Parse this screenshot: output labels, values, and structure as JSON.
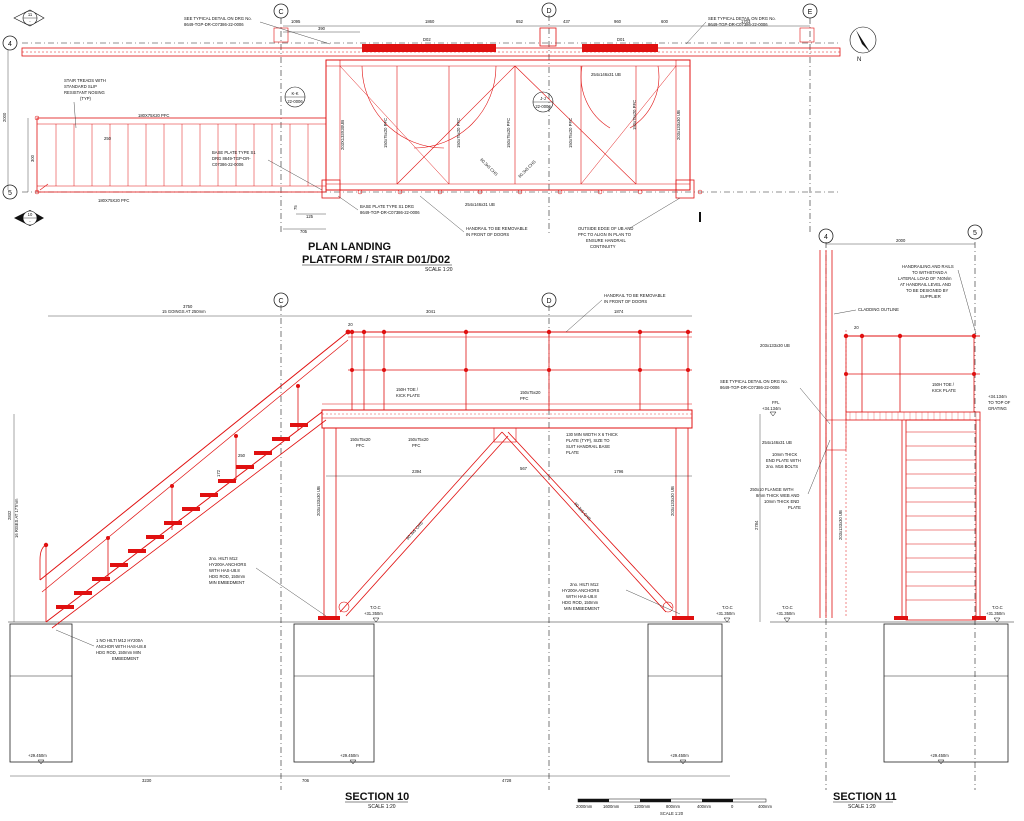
{
  "grids": {
    "c": "C",
    "d": "D",
    "e": "E",
    "g4": "4",
    "g5": "5",
    "s10": "10",
    "s11": "11",
    "sheet": "-",
    "kk": "K-K",
    "kk_ref": "22-0006",
    "jj": "J-J",
    "jj_ref": "22-0006"
  },
  "plan": {
    "title": "PLAN LANDING",
    "title2": "PLATFORM / STAIR D01/D02",
    "scale": "SCALE 1:20",
    "dims_top": [
      "1095",
      "390",
      "1860",
      "652",
      "437",
      "960",
      "600",
      "1703"
    ],
    "dim_side": "2000",
    "dim_300": "300",
    "dim_250": "250",
    "dim_125": "125",
    "dim_705": "705",
    "dim_75": "75",
    "door1": "D02",
    "door2": "D01",
    "notes": {
      "typical_left_1": "SEE TYPICAL DETAIL ON DRG No.",
      "typical_left_2": "8649-TGP-DR-C07386-22-0006",
      "typical_right_1": "SEE TYPICAL DETAIL ON DRG No.",
      "typical_right_2": "8649-TGP-DR-C07386-22-0006",
      "treads_1": "STAIR TREADS WITH",
      "treads_2": "STANDARD SLIP",
      "treads_3": "RESISTANT NOSING",
      "treads_4": "(TYP)",
      "pfc_top": "180X75X20 PFC",
      "pfc_bot": "180X75X20 PFC",
      "base_s1_1": "BASE PLATE TYPE S1",
      "base_s1_2": "DRG 8649-TGP-DR-",
      "base_s1_3": "C07386-22-0006",
      "base_s1b_1": "BASE PLATE TYPE S1 DRG",
      "base_s1b_2": "8649-TGP-DR-C07386-22-0006",
      "ub_bottom": "254x146x31 UB",
      "ub_top": "254x146x31 UB",
      "ub_203": "203X133X30UB",
      "ub_203b": "203x133x30 UB",
      "pfc150a": "150x75x20 PFC",
      "pfc150b": "150x75x20 PFC",
      "pfc150c": "150x75x20 PFC",
      "pfc150d": "150x75x20 PFC",
      "pfc150e": "150x75x20 PFC",
      "chs1": "60.3x5 CHS",
      "chs2": "60.3x5 CHS",
      "handrail_1": "HANDRAIL TO BE REMOVABLE",
      "handrail_2": "IN FRONT OF DOORS",
      "outside_1": "OUTSIDE EDGE OF UB AND",
      "outside_2": "PFC TO ALIGN IN PLAN TO",
      "outside_3": "ENSURE HANDRAIL",
      "outside_4": "CONTINUITY"
    },
    "north": "N"
  },
  "section10": {
    "title": "SECTION 10",
    "scale": "SCALE 1:20",
    "dim_3750": "3750",
    "dim_goings": "15 GOINGS AT 250mm",
    "dim_3041": "3041",
    "dim_1874": "1874",
    "dim_20": "20",
    "dim_2394": "2394",
    "dim_567": "567",
    "dim_1796": "1796",
    "dim_250": "250",
    "dim_172": "172",
    "dim_rise_1": "2832",
    "dim_rise_2": "16 RISES AT 177mm",
    "dim_3230": "3230",
    "dim_706": "706",
    "dim_4728": "4728",
    "notes": {
      "handrail_1": "HANDRAIL TO BE REMOVABLE",
      "handrail_2": "IN FRONT OF DOORS",
      "toe_1": "150H TOE /",
      "toe_2": "KICK PLATE",
      "pfc_a": "150x75x20",
      "pfc_a2": "PFC",
      "pfc_b": "150x75x20",
      "pfc_b2": "PFC",
      "pfc_c": "150x75x20",
      "pfc_c2": "PFC",
      "plate_1": "130 MIN WIDTH X 6 THICK",
      "plate_2": "PLATE (TYP), SIZE TO",
      "plate_3": "SUIT HANDRAIL BASE",
      "plate_4": "PLATE",
      "ub_l": "203x133x30 UB",
      "ub_r": "203x133x30 UB",
      "chs_l": "60.3x5 CHS",
      "chs_r": "60.3x5 CHS",
      "anc_l_1": "2no. HILTI M12",
      "anc_l_2": "HY200A ANCHORS",
      "anc_l_3": "WITH HAS-U8.8",
      "anc_l_4": "HDG ROD, 150mm",
      "anc_l_5": "MIN EMBEDMENT",
      "anc_r_1": "2no. HILTI M12",
      "anc_r_2": "HY200A ANCHORS",
      "anc_r_3": "WITH HAS-U8.8",
      "anc_r_4": "HDG ROD, 150mm",
      "anc_r_5": "MIN EMBEDMENT",
      "one_1": "1 NO HILTI M12 HY200A",
      "one_2": "ANCHOR WITH HAS-U8.8",
      "one_3": "HDG ROD, 150mm MIN",
      "one_4": "EMBEDMENT",
      "toc_l": "T.O.C",
      "toc_l2": "+31.350m",
      "toc_r": "T.O.C",
      "toc_r2": "+31.350m",
      "lvl_a": "+29.450m",
      "lvl_b": "+29.450m",
      "lvl_c": "+29.450m"
    }
  },
  "section11": {
    "title": "SECTION 11",
    "scale": "SCALE 1:20",
    "dim_2000": "2000",
    "dim_20": "20",
    "dim_2784": "2784",
    "notes": {
      "hr_1": "HANDRAILING AND RAILS",
      "hr_2": "TO WITHSTAND A",
      "hr_3": "LATERAL LOAD OF 740N/m",
      "hr_4": "AT HANDRAIL LEVEL AND",
      "hr_5": "TO BE DESIGNED BY",
      "hr_6": "SUPPLIER",
      "cladding": "CLADDING OUTLINE",
      "ub_top": "203x133x30 UB",
      "typical_1": "SEE TYPICAL DETAIL ON DRG No.",
      "typical_2": "8649-TGP-DR-C07386-22-0006",
      "ffl": "FFL",
      "ffl2": "+34.134m",
      "toe_1": "150H TOE /",
      "toe_2": "KICK PLATE",
      "grating_1": "+34.134m",
      "grating_2": "TO TOP OF",
      "grating_3": "GRATING",
      "ub_254": "254x146x31 UB",
      "end_1": "10mm THICK",
      "end_2": "END PLATE WITH",
      "end_3": "2no. M16 BOLTS",
      "fl_1": "250x10 FLANGE WITH",
      "fl_2": "8mm THICK WEB AND",
      "fl_3": "10mm THICK END",
      "fl_4": "PLATE",
      "ub_col": "203x133x30 UB",
      "toc_l": "T.O.C",
      "toc_l2": "+31.350m",
      "toc_r": "T.O.C",
      "toc_r2": "+31.350m",
      "lvl": "+29.450m"
    }
  },
  "scalebar": {
    "labels": [
      "2000mm",
      "1600mm",
      "1200mm",
      "800mm",
      "400mm",
      "0",
      "400mm"
    ],
    "caption": "SCALE 1:20"
  }
}
